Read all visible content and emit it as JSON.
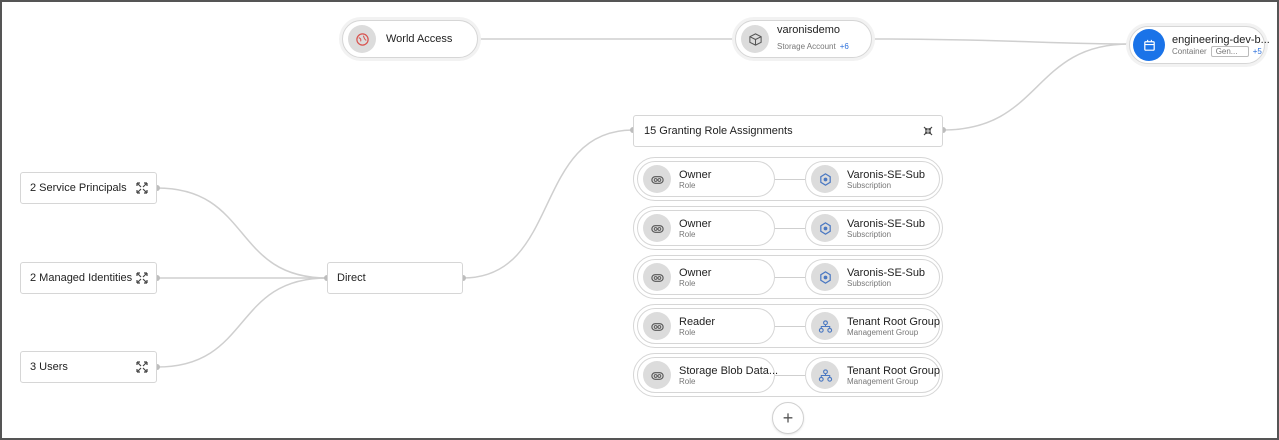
{
  "top_nodes": {
    "world_access": {
      "title": "World Access",
      "icon": "globe-icon"
    },
    "storage": {
      "title": "varonisdemo",
      "subtitle": "Storage Account",
      "more": "+6",
      "icon": "cube-icon"
    },
    "container": {
      "title": "engineering-dev-b...",
      "subtitle": "Container",
      "tag": "Gen...",
      "more": "+5",
      "icon": "container-icon",
      "accent": "#1a73e8"
    }
  },
  "granting": {
    "title": "15 Granting Role Assignments"
  },
  "sources": [
    {
      "title": "2 Service Principals"
    },
    {
      "title": "2 Managed Identities"
    },
    {
      "title": "3 Users"
    }
  ],
  "direct": {
    "title": "Direct"
  },
  "role_assignments": [
    {
      "role": "Owner",
      "role_type": "Role",
      "scope": "Varonis-SE-Sub",
      "scope_type": "Subscription"
    },
    {
      "role": "Owner",
      "role_type": "Role",
      "scope": "Varonis-SE-Sub",
      "scope_type": "Subscription"
    },
    {
      "role": "Owner",
      "role_type": "Role",
      "scope": "Varonis-SE-Sub",
      "scope_type": "Subscription"
    },
    {
      "role": "Reader",
      "role_type": "Role",
      "scope": "Tenant Root Group",
      "scope_type": "Management Group"
    },
    {
      "role": "Storage Blob Data...",
      "role_type": "Role",
      "scope": "Tenant Root Group",
      "scope_type": "Management Group"
    }
  ],
  "add_button": {
    "label": "+"
  }
}
